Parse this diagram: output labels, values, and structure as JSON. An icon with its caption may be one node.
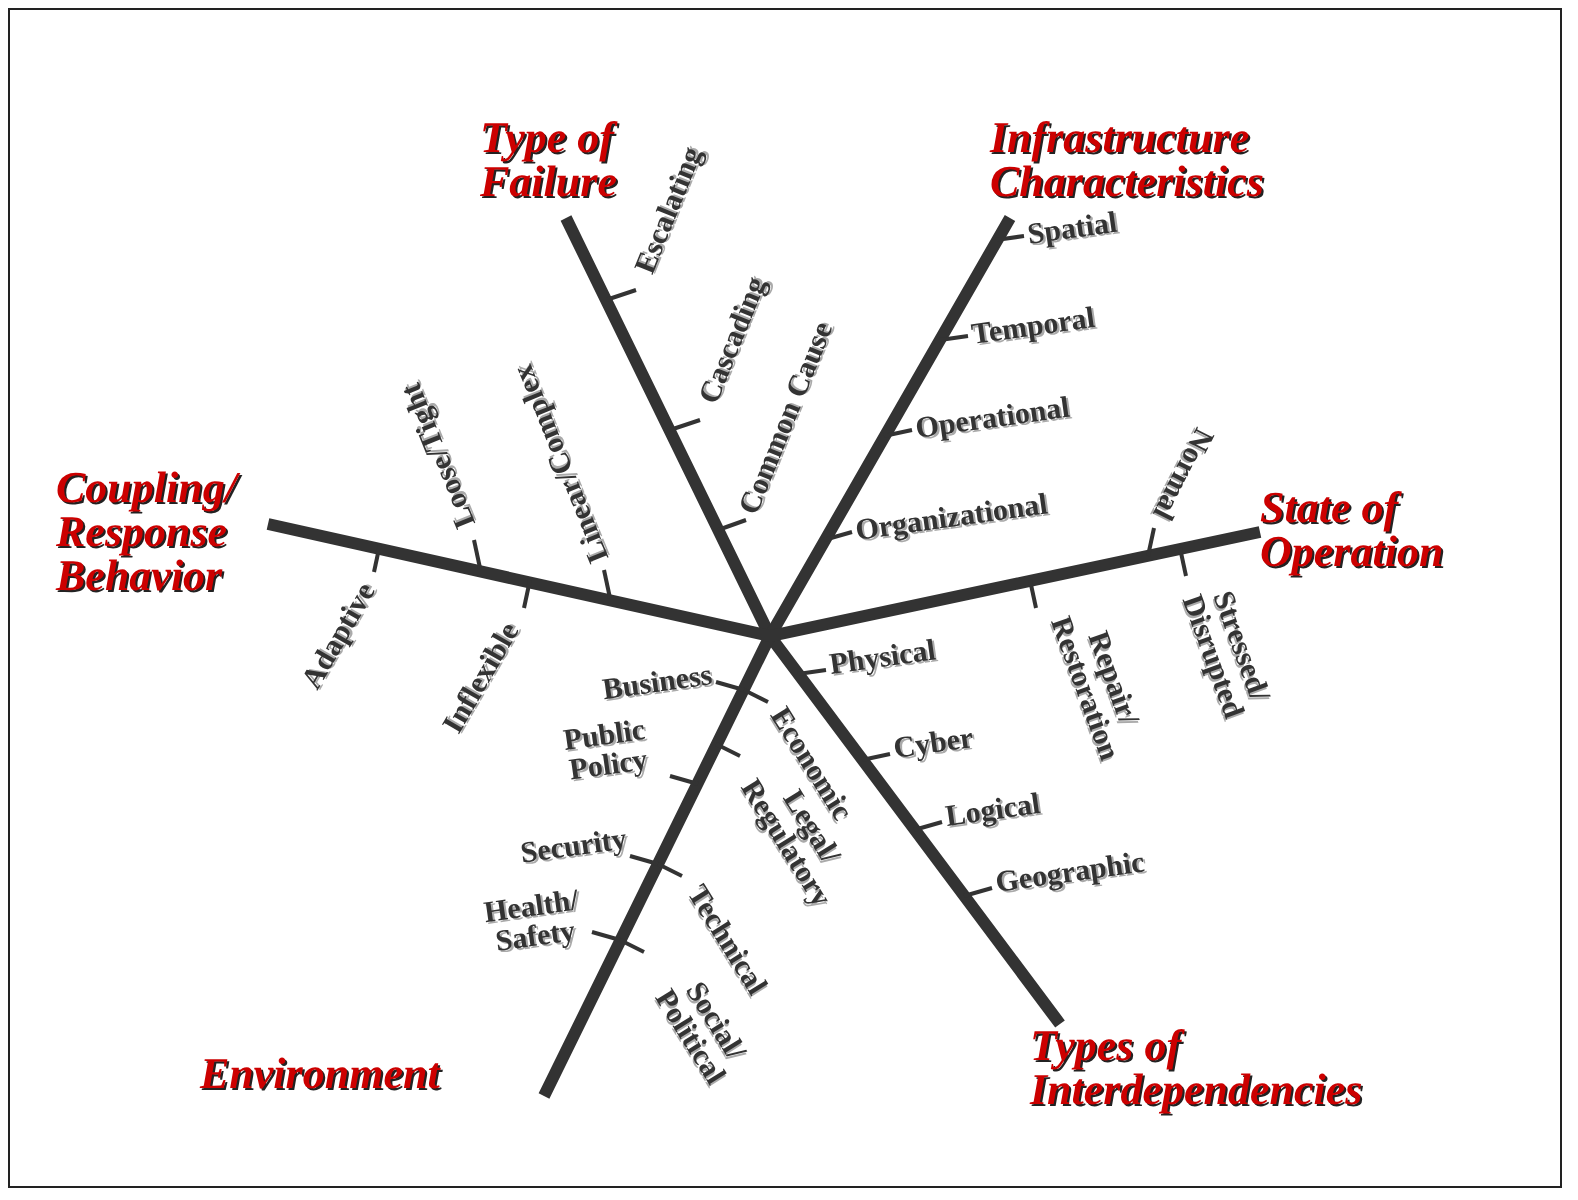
{
  "diagram": {
    "nodes": [
      {
        "text": [
          "Type of Failure"
        ]
      },
      {
        "text": [
          "Infrastructure Characteristics"
        ]
      },
      {
        "text": [
          "Coupling/ Response Behavior"
        ]
      },
      {
        "text": [
          "State of Operation"
        ]
      },
      {
        "text": [
          "Environment"
        ]
      },
      {
        "text": [
          "Types of Interdependencies"
        ]
      }
    ],
    "edges": [
      {
        "from": 0,
        "to": 5,
        "arrow": "none"
      },
      {
        "from": 1,
        "to": 4,
        "arrow": "none"
      },
      {
        "from": 2,
        "to": 3,
        "arrow": "none"
      }
    ],
    "labels": [
      "Escalating",
      "Cascading",
      "Common Cause",
      "Spatial",
      "Temporal",
      "Operational",
      "Organizational",
      "Loose/Tight",
      "Linear/Complex",
      "Normal",
      "Adaptive",
      "Inflexible",
      "Business",
      "Stressed/ Disrupted",
      "Repair/ Restoration",
      "Physical",
      "Economic",
      "Public Policy",
      "Cyber",
      "Legal/ Regulatory",
      "Logical",
      "Security",
      "Technical",
      "Geographic",
      "Health/ Safety",
      "Social/ Political"
    ]
  }
}
